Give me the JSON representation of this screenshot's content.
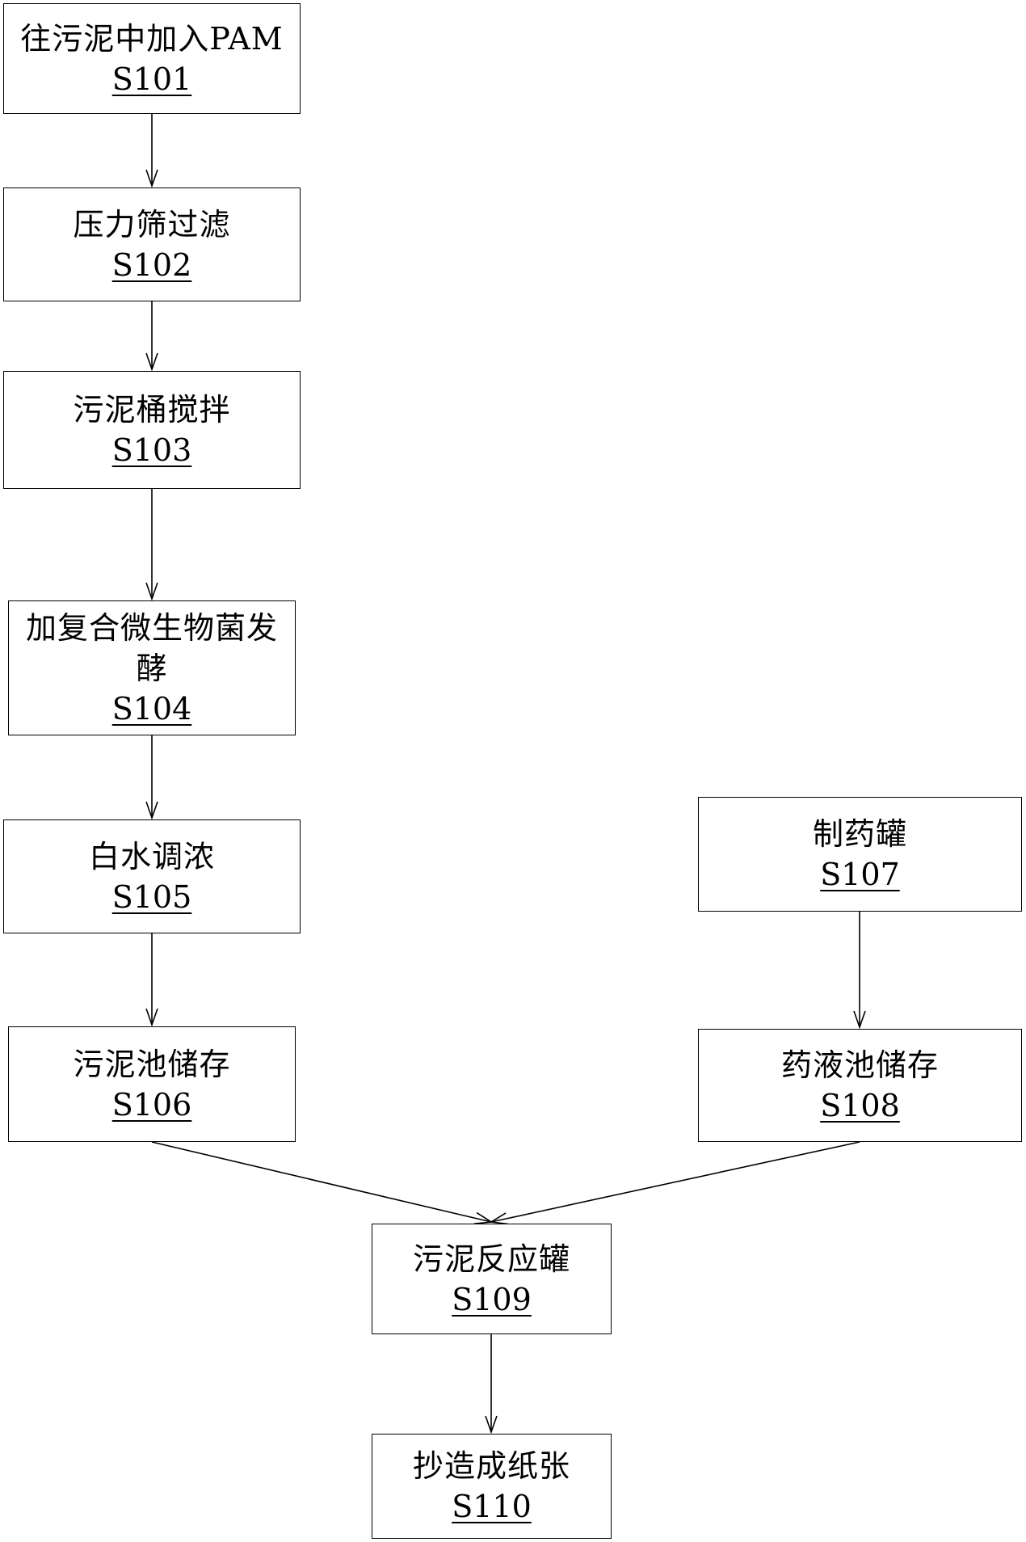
{
  "steps": {
    "s101": {
      "label": "往污泥中加入PAM",
      "code": "S101"
    },
    "s102": {
      "label": "压力筛过滤",
      "code": "S102"
    },
    "s103": {
      "label": "污泥桶搅拌",
      "code": "S103"
    },
    "s104": {
      "label": "加复合微生物菌发酵",
      "code": "S104"
    },
    "s105": {
      "label": "白水调浓",
      "code": "S105"
    },
    "s106": {
      "label": "污泥池储存",
      "code": "S106"
    },
    "s107": {
      "label": "制药罐",
      "code": "S107"
    },
    "s108": {
      "label": "药液池储存",
      "code": "S108"
    },
    "s109": {
      "label": "污泥反应罐",
      "code": "S109"
    },
    "s110": {
      "label": "抄造成纸张",
      "code": "S110"
    }
  },
  "colors": {
    "line": "#000000",
    "background": "#ffffff"
  }
}
